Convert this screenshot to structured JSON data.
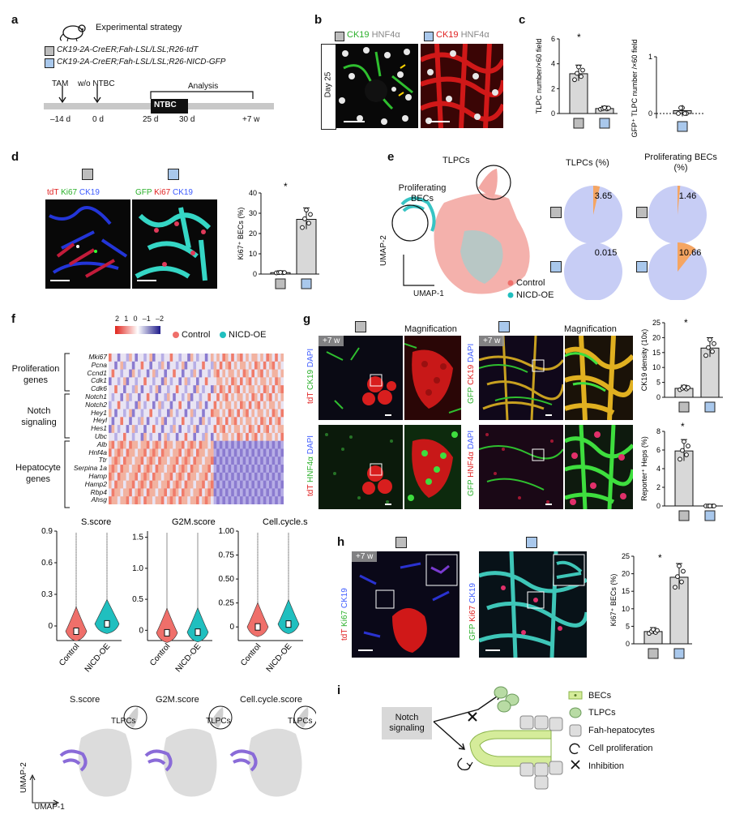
{
  "panels": {
    "a": "a",
    "b": "b",
    "c": "c",
    "d": "d",
    "e": "e",
    "f": "f",
    "g": "g",
    "h": "h",
    "i": "i"
  },
  "a": {
    "title": "Experimental strategy",
    "genotype1": "CK19-2A-CreER;Fah-LSL/LSL;R26-tdT",
    "genotype2": "CK19-2A-CreER;Fah-LSL/LSL;R26-NICD-GFP",
    "tam": "TAM",
    "ntbc_off": "w/o NTBC",
    "analysis": "Analysis",
    "ntbc": "NTBC",
    "ticks": [
      "–14 d",
      "0 d",
      "25 d",
      "30 d",
      "+7 w"
    ]
  },
  "b": {
    "day": "Day 25",
    "ck19_green": "CK19",
    "hnf4a": "HNF4α",
    "ck19_red": "CK19"
  },
  "c": {
    "ylabel1": "TLPC number/×60 field",
    "ylabel2": "GFP⁺ TLPC number /×60 field",
    "sig": "*"
  },
  "d": {
    "ctrl_stain": [
      "tdT",
      "Ki67",
      "CK19"
    ],
    "oe_stain": [
      "GFP",
      "Ki67",
      "CK19"
    ],
    "ylabel": "Ki67⁺ BECs (%)",
    "sig": "*"
  },
  "e": {
    "tlpcs": "TLPCs",
    "prolif_becs": "Proliferating BECs",
    "umap1": "UMAP-1",
    "umap2": "UMAP-2",
    "legend": [
      "Control",
      "NICD-OE"
    ],
    "pie_head1": "TLPCs (%)",
    "pie_head2": "Proliferating BECs (%)",
    "pie_values": [
      "3.65",
      "1.46",
      "0.015",
      "10.66"
    ]
  },
  "f": {
    "scale_ticks": [
      "2",
      "1",
      "0",
      "–1",
      "–2"
    ],
    "legend": [
      "Control",
      "NICD-OE"
    ],
    "groups": [
      "Proliferation genes",
      "Notch signaling",
      "Hepatocyte genes"
    ],
    "genes": [
      "Mki67",
      "Pcna",
      "Ccnd1",
      "Cdk1",
      "Cdk6",
      "Notch1",
      "Notch2",
      "Hey1",
      "Heyl",
      "Hes1",
      "Ubc",
      "Alb",
      "Hnf4a",
      "Ttr",
      "Serpina 1a",
      "Hamp",
      "Hamp2",
      "Rbp4",
      "Ahsg"
    ],
    "violin_titles": [
      "S.score",
      "G2M.score",
      "Cell.cycle.score"
    ],
    "violin_xlabels": [
      "Control",
      "NICD-OE"
    ],
    "umap_titles": [
      "S.score",
      "G2M.score",
      "Cell.cycle.score"
    ],
    "tlpcs": "TLPCs",
    "umap1": "UMAP-1",
    "umap2": "UMAP-2"
  },
  "g": {
    "tp": "+7 w",
    "magnification": "Magnification",
    "row1_ctrl": [
      "tdT",
      "CK19",
      "DAPI"
    ],
    "row1_oe": [
      "GFP",
      "CK19",
      "DAPI"
    ],
    "row2_ctrl": [
      "tdT",
      "HNF4α",
      "DAPI"
    ],
    "row2_oe": [
      "GFP",
      "HNF4α",
      "DAPI"
    ],
    "ylabel1": "CK19 density (10x)",
    "ylabel2": "Reporter⁺ Heps (%)",
    "sig": "*"
  },
  "h": {
    "tp": "+7 w",
    "ctrl_stain": [
      "tdT",
      "Ki67",
      "CK19"
    ],
    "oe_stain": [
      "GFP",
      "Ki67",
      "CK19"
    ],
    "ylabel": "Ki67⁺ BECs (%)",
    "sig": "*"
  },
  "i": {
    "notch": "Notch signaling",
    "legend": [
      "BECs",
      "TLPCs",
      "Fah-hepatocytes",
      "Cell proliferation",
      "Inhibition"
    ]
  },
  "chart_data": [
    {
      "id": "c-left",
      "type": "bar",
      "categories": [
        "tdT",
        "NICD-GFP"
      ],
      "values": [
        3.2,
        0.4
      ],
      "ylim": [
        0,
        6
      ],
      "ticks": [
        "0",
        "2",
        "4",
        "6"
      ]
    },
    {
      "id": "c-right",
      "type": "bar",
      "categories": [
        "NICD-GFP"
      ],
      "values": [
        0.05
      ],
      "ylim": [
        0,
        1
      ],
      "ticks": [
        "0",
        "1"
      ]
    },
    {
      "id": "d",
      "type": "bar",
      "categories": [
        "tdT",
        "NICD-GFP"
      ],
      "values": [
        0.7,
        27
      ],
      "ylim": [
        0,
        40
      ],
      "ticks": [
        "0",
        "10",
        "20",
        "30",
        "40"
      ]
    },
    {
      "id": "e-pies",
      "type": "pie",
      "values": [
        3.65,
        1.46,
        0.015,
        10.66
      ]
    },
    {
      "id": "f-violin",
      "type": "violin",
      "series": [
        {
          "name": "S.score",
          "ylim": [
            -0.1,
            0.9
          ],
          "ticks": [
            "0",
            "0.3",
            "0.6",
            "0.9"
          ],
          "medians": [
            -0.05,
            0.02
          ]
        },
        {
          "name": "G2M.score",
          "ylim": [
            -0.1,
            1.6
          ],
          "ticks": [
            "0",
            "0.5",
            "1.0",
            "1.5"
          ],
          "medians": [
            -0.04,
            -0.03
          ]
        },
        {
          "name": "Cell.cycle.score",
          "ylim": [
            -0.1,
            1.0
          ],
          "ticks": [
            "0",
            "0.25",
            "0.50",
            "0.75",
            "1.00"
          ],
          "medians": [
            0.0,
            0.03
          ]
        }
      ]
    },
    {
      "id": "g-top",
      "type": "bar",
      "categories": [
        "tdT",
        "NICD-GFP"
      ],
      "values": [
        3,
        16.5
      ],
      "ylim": [
        0,
        25
      ],
      "ticks": [
        "0",
        "5",
        "10",
        "15",
        "20",
        "25"
      ]
    },
    {
      "id": "g-bottom",
      "type": "bar",
      "categories": [
        "tdT",
        "NICD-GFP"
      ],
      "values": [
        5.9,
        0
      ],
      "ylim": [
        0,
        8
      ],
      "ticks": [
        "0",
        "2",
        "4",
        "6",
        "8"
      ]
    },
    {
      "id": "h",
      "type": "bar",
      "categories": [
        "tdT",
        "NICD-GFP"
      ],
      "values": [
        3.5,
        19
      ],
      "ylim": [
        0,
        25
      ],
      "ticks": [
        "0",
        "5",
        "10",
        "15",
        "20",
        "25"
      ]
    }
  ]
}
